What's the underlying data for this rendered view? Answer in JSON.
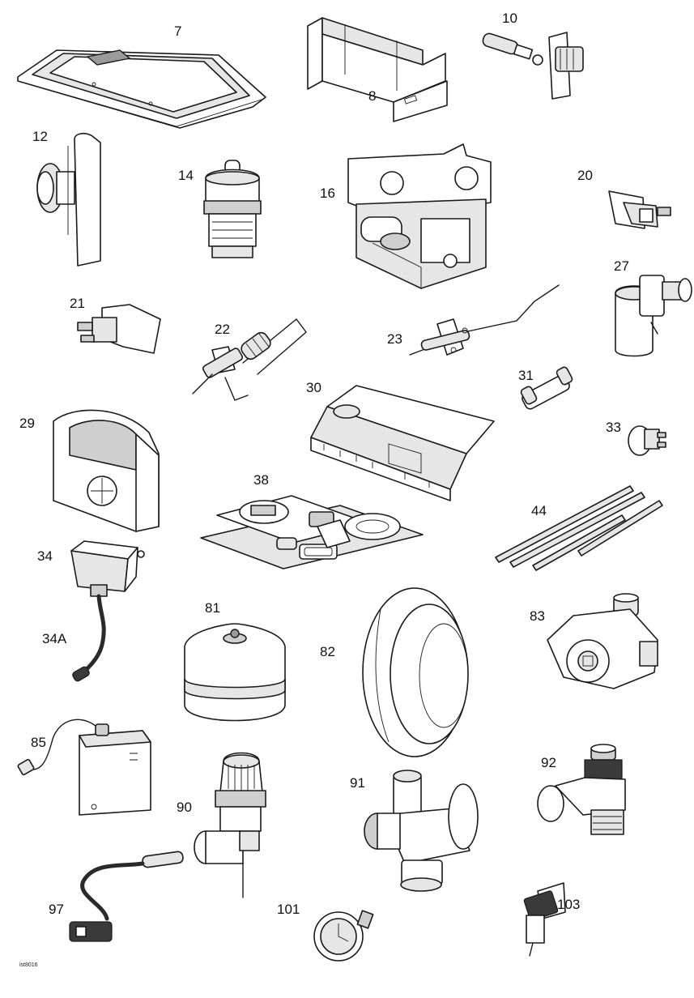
{
  "diagram": {
    "parts": [
      {
        "key": "p7",
        "label": "7"
      },
      {
        "key": "p8",
        "label": "8"
      },
      {
        "key": "p10",
        "label": "10"
      },
      {
        "key": "p12",
        "label": "12"
      },
      {
        "key": "p14",
        "label": "14"
      },
      {
        "key": "p16",
        "label": "16"
      },
      {
        "key": "p20",
        "label": "20"
      },
      {
        "key": "p21",
        "label": "21"
      },
      {
        "key": "p22",
        "label": "22"
      },
      {
        "key": "p23",
        "label": "23"
      },
      {
        "key": "p27",
        "label": "27"
      },
      {
        "key": "p29",
        "label": "29"
      },
      {
        "key": "p30",
        "label": "30"
      },
      {
        "key": "p31",
        "label": "31"
      },
      {
        "key": "p33",
        "label": "33"
      },
      {
        "key": "p34",
        "label": "34"
      },
      {
        "key": "p34A",
        "label": "34A"
      },
      {
        "key": "p38",
        "label": "38"
      },
      {
        "key": "p44",
        "label": "44"
      },
      {
        "key": "p81",
        "label": "81"
      },
      {
        "key": "p82",
        "label": "82"
      },
      {
        "key": "p83",
        "label": "83"
      },
      {
        "key": "p85",
        "label": "85"
      },
      {
        "key": "p90",
        "label": "90"
      },
      {
        "key": "p91",
        "label": "91"
      },
      {
        "key": "p92",
        "label": "92"
      },
      {
        "key": "p97",
        "label": "97"
      },
      {
        "key": "p101",
        "label": "101"
      },
      {
        "key": "p103",
        "label": "103"
      }
    ],
    "reference_code": "ist8016"
  }
}
